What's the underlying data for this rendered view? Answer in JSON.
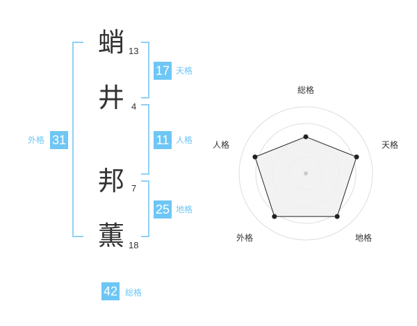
{
  "name": {
    "chars": [
      {
        "char": "蛸",
        "strokes": "13"
      },
      {
        "char": "井",
        "strokes": "4"
      },
      {
        "char": "邦",
        "strokes": "7"
      },
      {
        "char": "薫",
        "strokes": "18"
      }
    ]
  },
  "fortune": {
    "tenkaku": {
      "value": "17",
      "label": "天格"
    },
    "jinkaku": {
      "value": "11",
      "label": "人格"
    },
    "chikaku": {
      "value": "25",
      "label": "地格"
    },
    "gaikaku": {
      "value": "31",
      "label": "外格"
    },
    "soukaku": {
      "value": "42",
      "label": "総格"
    }
  },
  "chart_data": {
    "type": "radar",
    "axes": [
      "総格",
      "天格",
      "地格",
      "外格",
      "人格"
    ],
    "values": [
      0.55,
      0.8,
      0.8,
      0.8,
      0.8
    ],
    "rings": 4,
    "colors": {
      "fill": "#f0f0f0",
      "stroke": "#222222",
      "grid": "#dddddd",
      "accent": "#6ec6f5"
    }
  }
}
